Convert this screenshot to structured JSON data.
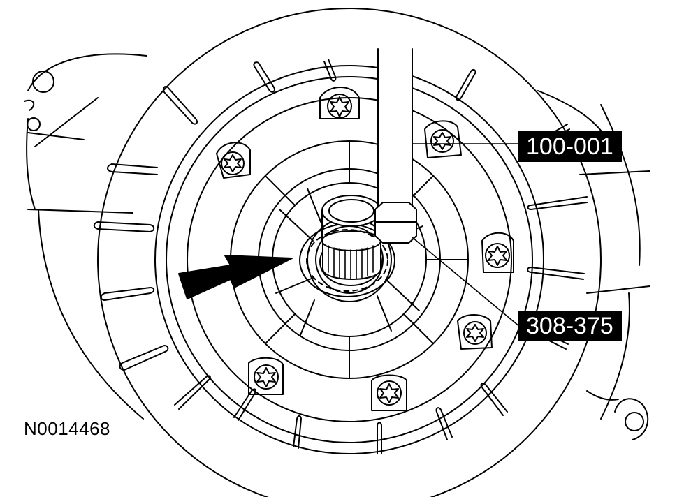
{
  "callouts": {
    "tool_1": "100-001",
    "tool_2": "308-375"
  },
  "figure_id": "N0014468",
  "colors": {
    "line": "#000000",
    "background": "#ffffff",
    "label_bg": "#000000",
    "label_text": "#ffffff"
  },
  "icons": [
    "torx-bolt-icon",
    "direction-arrow-icon"
  ]
}
